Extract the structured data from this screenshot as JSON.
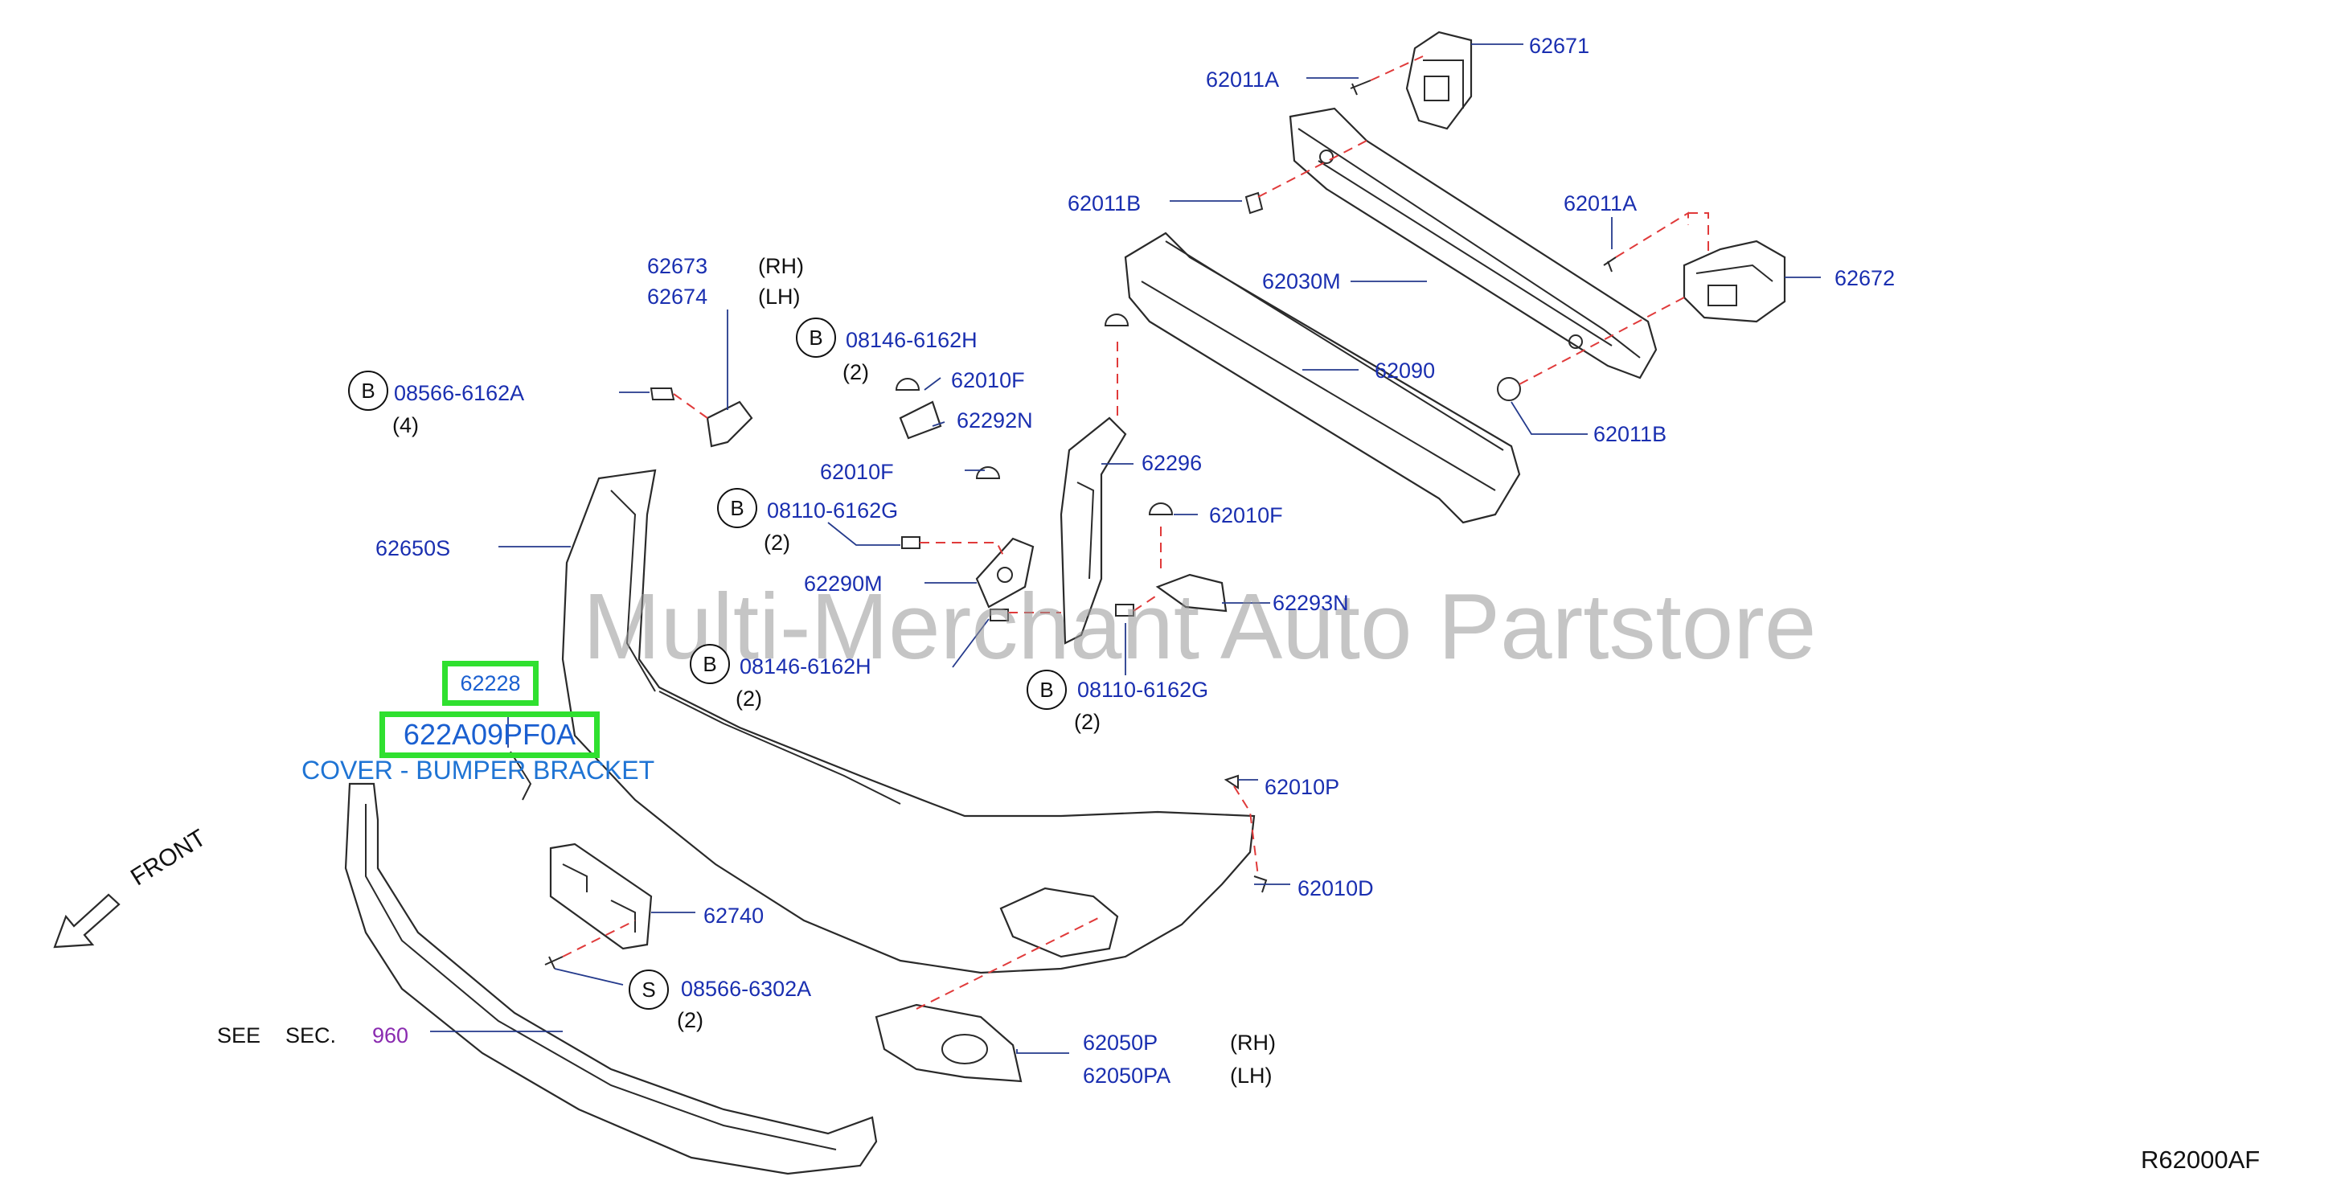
{
  "watermark": "Multi-Merchant Auto Partstore",
  "diagram_code": "R62000AF",
  "front_label": "FRONT",
  "highlight": {
    "part_number": "62228",
    "catalog_number": "622A09PF0A",
    "description": "COVER - BUMPER BRACKET"
  },
  "labels": {
    "p62011A_top": "62011A",
    "p62671": "62671",
    "p62011B_left": "62011B",
    "p62011A_right": "62011A",
    "p62030M": "62030M",
    "p62672": "62672",
    "p62673": "62673",
    "rh1": "(RH)",
    "p62674": "62674",
    "lh1": "(LH)",
    "p08146_top": "08146-6162H",
    "q2_a": "(2)",
    "p62090": "62090",
    "p62010F_a": "62010F",
    "p62292N": "62292N",
    "p08566A": "08566-6162A",
    "q4": "(4)",
    "p62011B_right": "62011B",
    "p62010F_b": "62010F",
    "p62296": "62296",
    "p08110_top": "08110-6162G",
    "q2_b": "(2)",
    "p62010F_c": "62010F",
    "p62650S": "62650S",
    "p62290M": "62290M",
    "p62293N": "62293N",
    "p08146_bot": "08146-6162H",
    "q2_c": "(2)",
    "p08110_bot": "08110-6162G",
    "q2_d": "(2)",
    "p62010P": "62010P",
    "p62010D": "62010D",
    "p62740": "62740",
    "p08566S": "08566-6302A",
    "q2_e": "(2)",
    "see": "SEE",
    "sec": "SEC.",
    "p960": "960",
    "p62050P": "62050P",
    "rh2": "(RH)",
    "p62050PA": "62050PA",
    "lh2": "(LH)"
  },
  "markers": {
    "b1": "B",
    "b2": "B",
    "b3": "B",
    "b4": "B",
    "b5": "B",
    "s1": "S"
  },
  "colors": {
    "part_label": "#1a2fb0",
    "highlight_border": "#2fe02f",
    "highlight_text": "#1a5fd0",
    "leader_dash": "#e03a3a",
    "section_ref": "#8a2bb0"
  }
}
